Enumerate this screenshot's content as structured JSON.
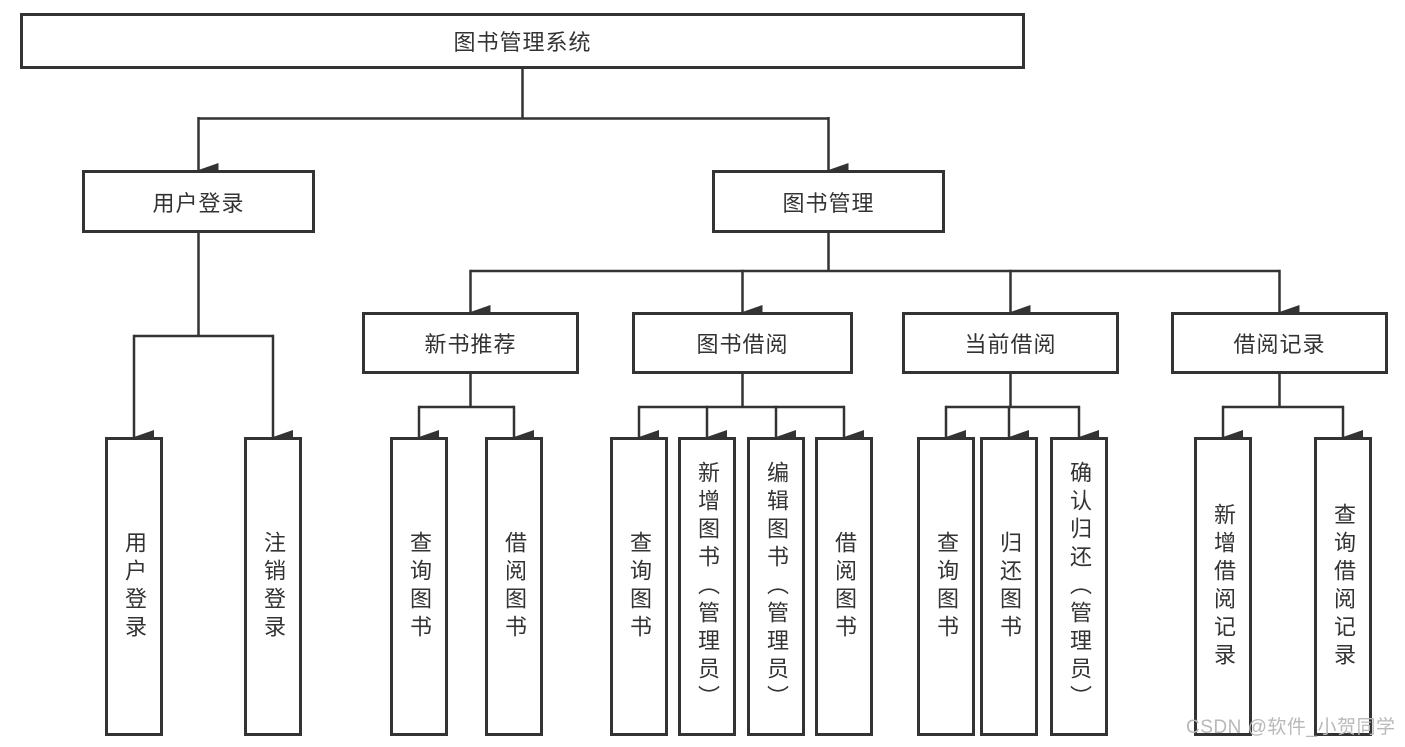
{
  "diagram": {
    "type": "hierarchy-tree",
    "title": "图书管理系统"
  },
  "tree": {
    "root": "图书管理系统",
    "level2": [
      "用户登录",
      "图书管理"
    ],
    "level3": [
      "新书推荐",
      "图书借阅",
      "当前借阅",
      "借阅记录"
    ],
    "leaves_user": [
      "用户登录",
      "注销登录"
    ],
    "leaves_recommend": [
      "查询图书",
      "借阅图书"
    ],
    "leaves_borrow": [
      "查询图书",
      "新增图书（管理员）",
      "编辑图书（管理员）",
      "借阅图书"
    ],
    "leaves_current": [
      "查询图书",
      "归还图书",
      "确认归还（管理员）"
    ],
    "leaves_record": [
      "新增借阅记录",
      "查询借阅记录"
    ]
  },
  "watermark": {
    "text": "CSDN @软件_小贺同学"
  },
  "colors": {
    "line": "#333333",
    "text": "#333333",
    "box_background": "#ffffff",
    "page_background": "#ffffff",
    "watermark": "#b9b9b9"
  }
}
